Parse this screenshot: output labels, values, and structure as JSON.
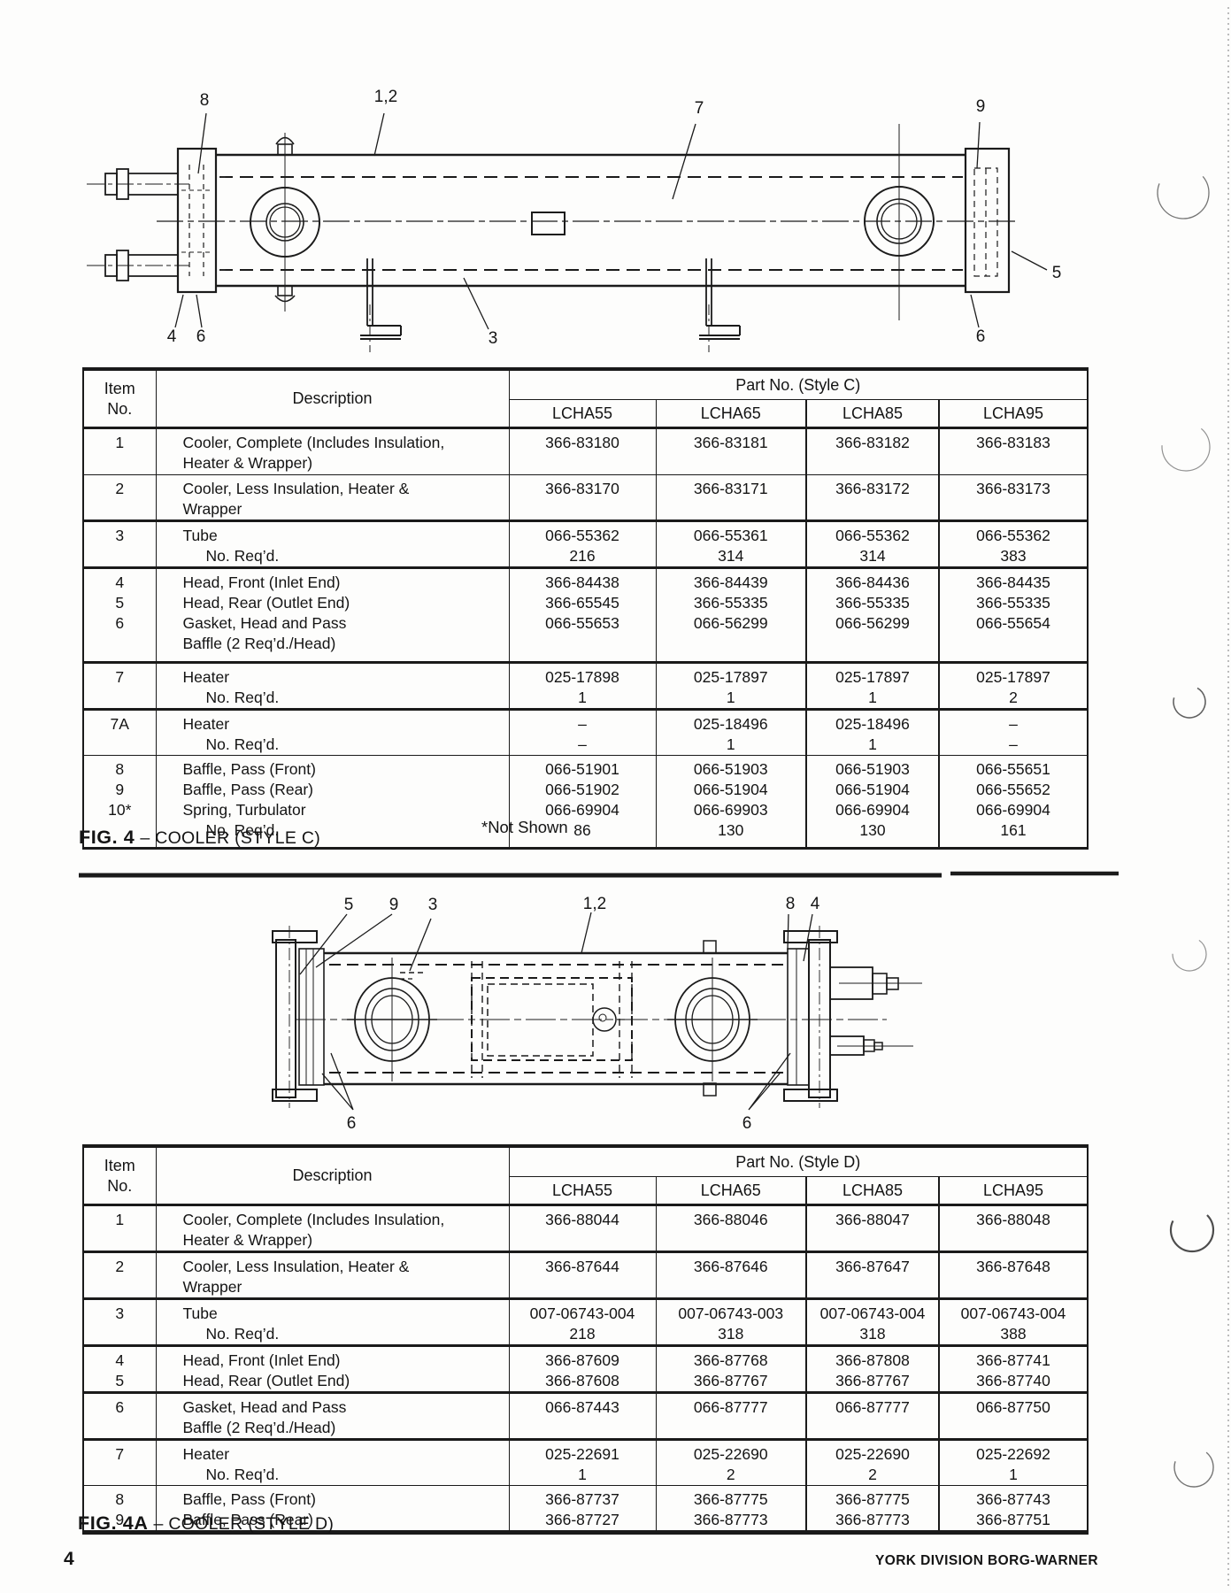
{
  "page": {
    "number": "4",
    "footer": "YORK DIVISION BORG-WARNER"
  },
  "notes": {
    "not_shown": "*Not Shown"
  },
  "figure1": {
    "caption_label": "FIG. 4",
    "caption_text": "– COOLER (STYLE C)",
    "callouts": [
      "8",
      "1,2",
      "7",
      "9",
      "5",
      "4",
      "6",
      "3",
      "6"
    ]
  },
  "figure2": {
    "caption_label": "FIG. 4A",
    "caption_text": "– COOLER (STYLE D)",
    "callouts": [
      "5",
      "9",
      "3",
      "1,2",
      "8",
      "4",
      "6",
      "6"
    ]
  },
  "table1": {
    "header": {
      "item_line1": "Item",
      "item_line2": "No.",
      "description": "Description",
      "part_no": "Part No. (Style C)",
      "models": [
        "LCHA55",
        "LCHA65",
        "LCHA85",
        "LCHA95"
      ]
    },
    "groups": [
      {
        "items": [
          "1"
        ],
        "desc": [
          "Cooler, Complete (Includes Insulation,",
          "Heater & Wrapper)"
        ],
        "cols": [
          [
            "366-83180"
          ],
          [
            "366-83181"
          ],
          [
            "366-83182"
          ],
          [
            "366-83183"
          ]
        ]
      },
      {
        "items": [
          "2"
        ],
        "desc": [
          "Cooler, Less Insulation, Heater &",
          "Wrapper"
        ],
        "cols": [
          [
            "366-83170"
          ],
          [
            "366-83171"
          ],
          [
            "366-83172"
          ],
          [
            "366-83173"
          ]
        ]
      },
      {
        "items": [
          "3"
        ],
        "desc": [
          "Tube",
          "No. Req’d."
        ],
        "cols": [
          [
            "066-55362",
            "216"
          ],
          [
            "066-55361",
            "314"
          ],
          [
            "066-55362",
            "314"
          ],
          [
            "066-55362",
            "383"
          ]
        ]
      },
      {
        "items": [
          "4",
          "5",
          "6"
        ],
        "desc": [
          "Head, Front (Inlet End)",
          "Head, Rear (Outlet End)",
          "Gasket, Head and Pass",
          "Baffle (2 Req’d./Head)"
        ],
        "cols": [
          [
            "366-84438",
            "366-65545",
            "066-55653"
          ],
          [
            "366-84439",
            "366-55335",
            "066-56299"
          ],
          [
            "366-84436",
            "366-55335",
            "066-56299"
          ],
          [
            "366-84435",
            "366-55335",
            "066-55654"
          ]
        ]
      },
      {
        "items": [
          "7"
        ],
        "desc": [
          "Heater",
          "No. Req’d."
        ],
        "cols": [
          [
            "025-17898",
            "1"
          ],
          [
            "025-17897",
            "1"
          ],
          [
            "025-17897",
            "1"
          ],
          [
            "025-17897",
            "2"
          ]
        ]
      },
      {
        "items": [
          "7A"
        ],
        "desc": [
          "Heater",
          "No. Req’d."
        ],
        "cols": [
          [
            "–",
            "–"
          ],
          [
            "025-18496",
            "1"
          ],
          [
            "025-18496",
            "1"
          ],
          [
            "–",
            "–"
          ]
        ]
      },
      {
        "items": [
          "8",
          "9",
          "10*"
        ],
        "desc": [
          "Baffle, Pass (Front)",
          "Baffle, Pass (Rear)",
          "Spring, Turbulator",
          "No. Req’d."
        ],
        "cols": [
          [
            "066-51901",
            "066-51902",
            "066-69904",
            "86"
          ],
          [
            "066-51903",
            "066-51904",
            "066-69903",
            "130"
          ],
          [
            "066-51903",
            "066-51904",
            "066-69904",
            "130"
          ],
          [
            "066-55651",
            "066-55652",
            "066-69904",
            "161"
          ]
        ]
      }
    ]
  },
  "table2": {
    "header": {
      "item_line1": "Item",
      "item_line2": "No.",
      "description": "Description",
      "part_no": "Part No. (Style D)",
      "models": [
        "LCHA55",
        "LCHA65",
        "LCHA85",
        "LCHA95"
      ]
    },
    "groups": [
      {
        "items": [
          "1"
        ],
        "desc": [
          "Cooler, Complete (Includes Insulation,",
          "Heater & Wrapper)"
        ],
        "cols": [
          [
            "366-88044"
          ],
          [
            "366-88046"
          ],
          [
            "366-88047"
          ],
          [
            "366-88048"
          ]
        ]
      },
      {
        "items": [
          "2"
        ],
        "desc": [
          "Cooler, Less Insulation, Heater &",
          "Wrapper"
        ],
        "cols": [
          [
            "366-87644"
          ],
          [
            "366-87646"
          ],
          [
            "366-87647"
          ],
          [
            "366-87648"
          ]
        ]
      },
      {
        "items": [
          "3"
        ],
        "desc": [
          "Tube",
          "No. Req’d."
        ],
        "cols": [
          [
            "007-06743-004",
            "218"
          ],
          [
            "007-06743-003",
            "318"
          ],
          [
            "007-06743-004",
            "318"
          ],
          [
            "007-06743-004",
            "388"
          ]
        ]
      },
      {
        "items": [
          "4",
          "5"
        ],
        "desc": [
          "Head, Front (Inlet End)",
          "Head, Rear (Outlet End)"
        ],
        "cols": [
          [
            "366-87609",
            "366-87608"
          ],
          [
            "366-87768",
            "366-87767"
          ],
          [
            "366-87808",
            "366-87767"
          ],
          [
            "366-87741",
            "366-87740"
          ]
        ]
      },
      {
        "items": [
          "6"
        ],
        "desc": [
          "Gasket, Head and Pass",
          "Baffle (2 Req’d./Head)"
        ],
        "cols": [
          [
            "066-87443"
          ],
          [
            "066-87777"
          ],
          [
            "066-87777"
          ],
          [
            "066-87750"
          ]
        ]
      },
      {
        "items": [
          "7"
        ],
        "desc": [
          "Heater",
          "No. Req’d."
        ],
        "cols": [
          [
            "025-22691",
            "1"
          ],
          [
            "025-22690",
            "2"
          ],
          [
            "025-22690",
            "2"
          ],
          [
            "025-22692",
            "1"
          ]
        ]
      },
      {
        "items": [
          "8",
          "9"
        ],
        "desc": [
          "Baffle, Pass (Front)",
          "Baffle, Pass (Rear)"
        ],
        "cols": [
          [
            "366-87737",
            "366-87727"
          ],
          [
            "366-87775",
            "366-87773"
          ],
          [
            "366-87775",
            "366-87773"
          ],
          [
            "366-87743",
            "366-87751"
          ]
        ]
      }
    ]
  }
}
